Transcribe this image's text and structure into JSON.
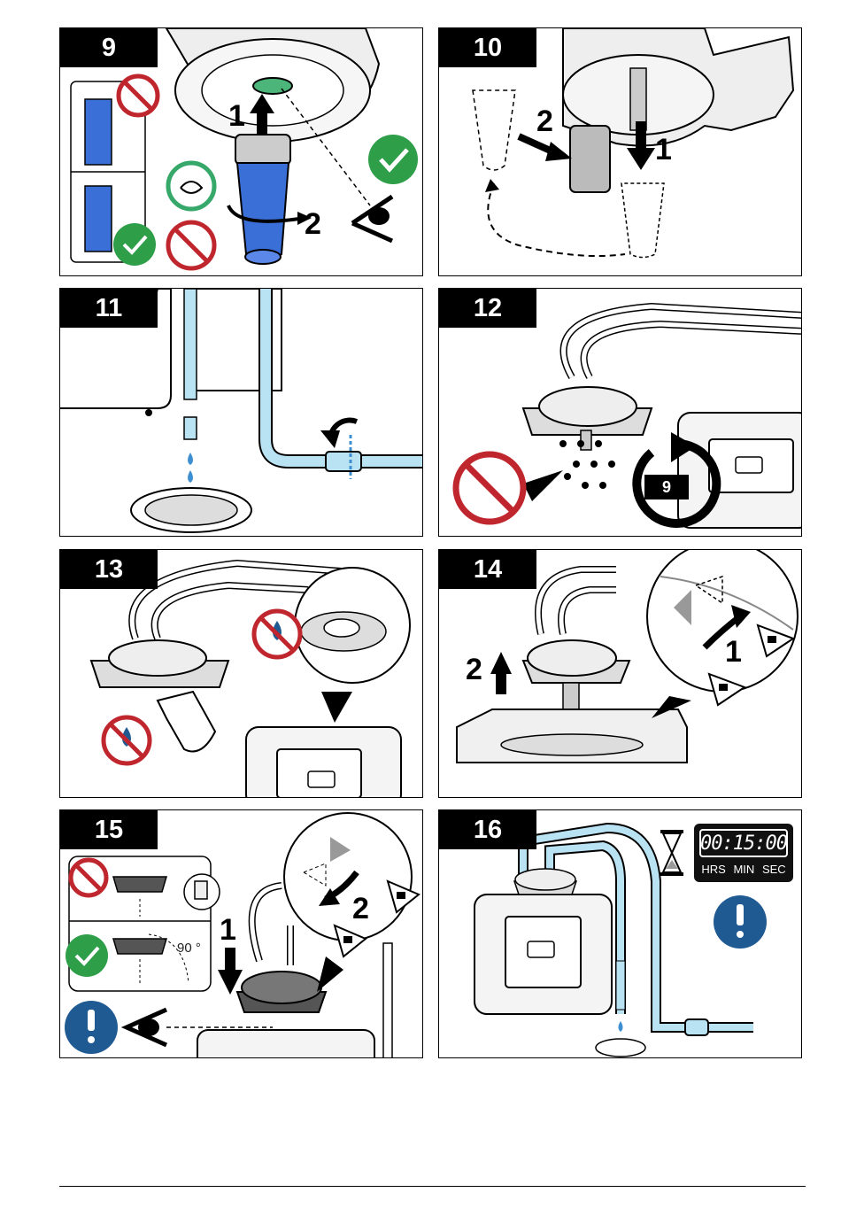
{
  "panels": [
    {
      "step": "9",
      "callouts": [
        "1",
        "2"
      ]
    },
    {
      "step": "10",
      "callouts": [
        "2",
        "1"
      ]
    },
    {
      "step": "11",
      "callouts": []
    },
    {
      "step": "12",
      "callouts": [],
      "repeat_step": "9"
    },
    {
      "step": "13",
      "callouts": []
    },
    {
      "step": "14",
      "callouts": [
        "2",
        "1"
      ]
    },
    {
      "step": "15",
      "callouts": [
        "1",
        "2"
      ],
      "angle_label": "90 °"
    },
    {
      "step": "16",
      "callouts": [],
      "timer": {
        "digits": "00:15:00",
        "units": [
          "HRS",
          "MIN",
          "SEC"
        ]
      }
    }
  ],
  "colors": {
    "water_blue": "#b9e2f3",
    "filter_blue": "#3b6fd8",
    "ok_green": "#2e9e49",
    "prohibit_red": "#c0262d",
    "info_blue": "#1f5a93",
    "ring_green": "#35a86a"
  },
  "icons": [
    "prohibit-icon",
    "check-icon",
    "eye-icon",
    "rotate-icon",
    "hourglass-icon",
    "exclamation-icon",
    "water-drop-icon",
    "unlock-icon",
    "lock-icon",
    "hand-icon",
    "no-glove-icon"
  ]
}
